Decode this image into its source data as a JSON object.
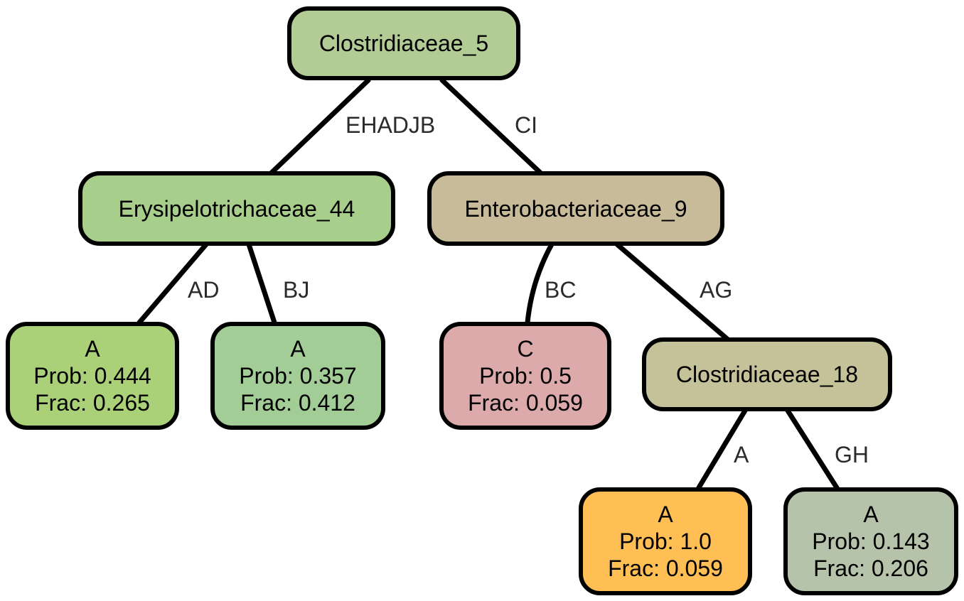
{
  "nodes": {
    "root": {
      "label": "Clostridiaceae_5",
      "color": "#b3cb94"
    },
    "ery": {
      "label": "Erysipelotrichaceae_44",
      "color": "#a8ce8c"
    },
    "ent": {
      "label": "Enterobacteriaceae_9",
      "color": "#c8bb99"
    },
    "clo18": {
      "label": "Clostridiaceae_18",
      "color": "#c5c198"
    }
  },
  "leaves": [
    {
      "id": "leaf1",
      "cls": "A",
      "prob": "Prob: 0.444",
      "frac": "Frac: 0.265",
      "color": "#aad177"
    },
    {
      "id": "leaf2",
      "cls": "A",
      "prob": "Prob: 0.357",
      "frac": "Frac: 0.412",
      "color": "#a3cd97"
    },
    {
      "id": "leaf3",
      "cls": "C",
      "prob": "Prob: 0.5",
      "frac": "Frac: 0.059",
      "color": "#dcaaaa"
    },
    {
      "id": "leaf4",
      "cls": "A",
      "prob": "Prob: 1.0",
      "frac": "Frac: 0.059",
      "color": "#ffbf55"
    },
    {
      "id": "leaf5",
      "cls": "A",
      "prob": "Prob: 0.143",
      "frac": "Frac: 0.206",
      "color": "#b4c3aa"
    }
  ],
  "edges": [
    {
      "from": "root",
      "to": "ery",
      "label": "EHADJB"
    },
    {
      "from": "root",
      "to": "ent",
      "label": "CI"
    },
    {
      "from": "ery",
      "to": "leaf1",
      "label": "AD"
    },
    {
      "from": "ery",
      "to": "leaf2",
      "label": "BJ"
    },
    {
      "from": "ent",
      "to": "leaf3",
      "label": "BC"
    },
    {
      "from": "ent",
      "to": "clo18",
      "label": "AG"
    },
    {
      "from": "clo18",
      "to": "leaf4",
      "label": "A"
    },
    {
      "from": "clo18",
      "to": "leaf5",
      "label": "GH"
    }
  ]
}
